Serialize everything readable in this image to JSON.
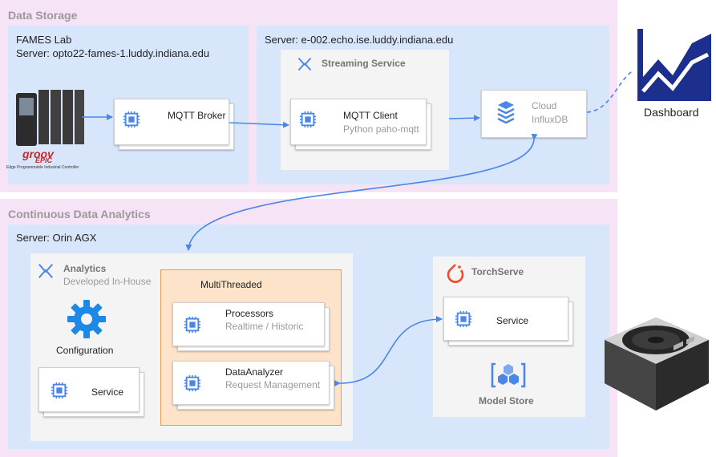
{
  "data_storage": {
    "title": "Data Storage",
    "fames": {
      "line1": "FAMES Lab",
      "line2": "Server: opto22-fames-1.luddy.indiana.edu"
    },
    "echo": {
      "label": "Server: e-002.echo.ise.luddy.indiana.edu"
    },
    "streaming": {
      "title": "Streaming Service"
    },
    "mqtt_broker": {
      "title": "MQTT Broker"
    },
    "mqtt_client": {
      "title": "MQTT Client",
      "subtitle": "Python paho-mqtt"
    },
    "cloud": {
      "title": "Cloud",
      "subtitle": "InfluxDB"
    },
    "groov": {
      "brand": "groov",
      "model": "EPIC",
      "caption": "Edge Programmable Industrial Controller"
    }
  },
  "dashboard": {
    "label": "Dashboard"
  },
  "analytics_section": {
    "title": "Continuous Data Analytics",
    "server": "Server: Orin AGX",
    "analytics": {
      "title": "Analytics",
      "subtitle": "Developed In-House"
    },
    "configuration": "Configuration",
    "service": "Service",
    "multithreaded": {
      "title": "MultiThreaded",
      "processors": {
        "title": "Processors",
        "subtitle": "Realtime / Historic"
      },
      "analyzer": {
        "title": "DataAnalyzer",
        "subtitle": "Request Management"
      }
    },
    "torchserve": {
      "title": "TorchServe",
      "service": "Service",
      "model_store": "Model Store"
    }
  },
  "colors": {
    "outer_bg": "#f6e3f5",
    "inner_bg": "#d8e6fb",
    "service_bg": "#f4f4f4",
    "accent": "#4a86e8",
    "dashboard_navy": "#1c2f8c",
    "multithreaded_bg": "#fde3c9",
    "multithreaded_border": "#e0a050",
    "torch_orange": "#ee4c2c"
  }
}
